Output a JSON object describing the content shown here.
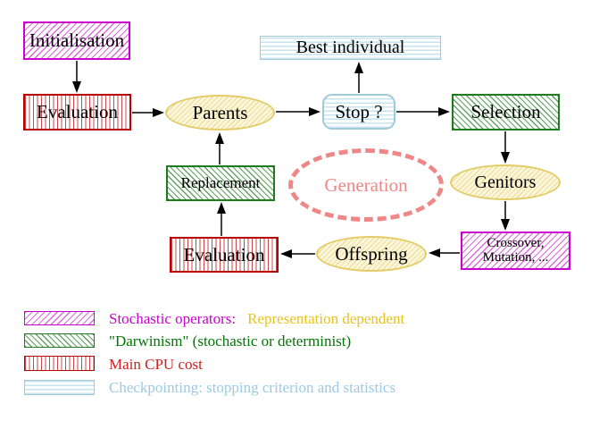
{
  "diagram": {
    "title_hint": "Evolutionary algorithm generation loop",
    "nodes": {
      "initialisation": {
        "label": "Initialisation"
      },
      "evaluation_top": {
        "label": "Evaluation"
      },
      "parents": {
        "label": "Parents"
      },
      "best_individual": {
        "label": "Best individual"
      },
      "stop": {
        "label": "Stop ?"
      },
      "selection": {
        "label": "Selection"
      },
      "genitors": {
        "label": "Genitors"
      },
      "crossover": {
        "line1": "Crossover,",
        "line2": "Mutation, ..."
      },
      "offspring": {
        "label": "Offspring"
      },
      "evaluation_bottom": {
        "label": "Evaluation"
      },
      "replacement": {
        "label": "Replacement"
      },
      "generation": {
        "label": "Generation"
      }
    },
    "colors": {
      "stochastic_border": "#cc00cc",
      "stochastic_hatch": "#dd6add",
      "darwinism_border": "#1e7b1e",
      "darwinism_hatch": "#63a263",
      "cpu_border": "#bb0000",
      "cpu_stripe": "#c64a4a",
      "checkpoint_border": "#a2c9da",
      "checkpoint_stripe": "#c6e4f0",
      "population_border": "#e3cc67",
      "population_fill": "#fcf7dd",
      "generation_dash": "#ee8888",
      "arrow": "#000000"
    }
  },
  "legend": {
    "items": [
      {
        "name": "stochastic-operators",
        "label": "Stochastic operators:",
        "label2": "Representation dependent",
        "label_color": "#cc00cc",
        "label2_color": "#e8c31f"
      },
      {
        "name": "darwinism",
        "label": "\"Darwinism\" (stochastic or determinist)",
        "label_color": "#007700"
      },
      {
        "name": "main-cpu-cost",
        "label": "Main CPU cost",
        "label_color": "#cc2222"
      },
      {
        "name": "checkpointing",
        "label": "Checkpointing: stopping criterion and statistics",
        "label_color": "#9acbe6"
      }
    ]
  }
}
